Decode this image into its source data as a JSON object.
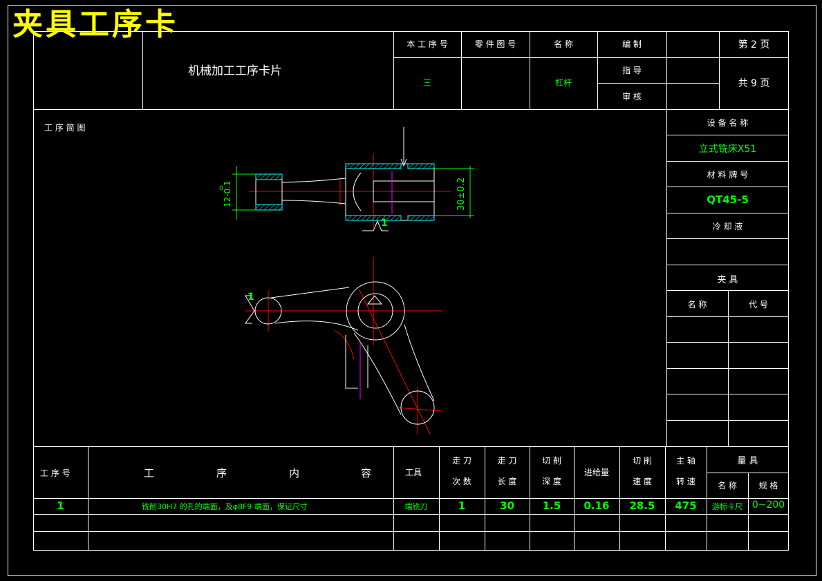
{
  "title": "夹具工序卡",
  "card_name": "机械加工工序卡片",
  "header": {
    "process_no_label": "本 工 序 号",
    "part_drawing_label": "零 件 图 号",
    "name_label": "名    称",
    "prepared_label": "编     制",
    "guide_label": "指     导",
    "review_label": "审     核",
    "page_label": "第 2 页",
    "total_label": "共 9 页",
    "process_no_value": "三",
    "name_value": "杠杆"
  },
  "sketch_label": "工 序 简 图",
  "side_panel": {
    "equipment_label": "设 备 名 称",
    "equipment_value": "立式铣床X51",
    "material_label": "材 料 牌 号",
    "material_value": "QT45-5",
    "coolant_label": "冷 却 液",
    "fixture_label": "夹     具",
    "fixture_name_label": "名 称",
    "fixture_code_label": "代 号"
  },
  "drawing_labels": {
    "dim_left": "12-0.1",
    "dim_left_sup": "0",
    "dim_right": "30±0.2",
    "mark_top": "1",
    "mark_bottom": "1"
  },
  "table": {
    "headers": {
      "step": "工 序 号",
      "content": [
        "工",
        "序",
        "内",
        "容"
      ],
      "tool": "工具",
      "passes": [
        "走 刀",
        "次 数"
      ],
      "length": [
        "走 刀",
        "长 度"
      ],
      "depth": [
        "切 削",
        "深 度"
      ],
      "feed": "进给量",
      "speed": [
        "切 削",
        "速 度"
      ],
      "spindle": [
        "主 轴",
        "转 速"
      ],
      "gauge": "量   具",
      "gauge_name": "名 称",
      "gauge_spec": "规 格"
    },
    "rows": [
      {
        "step": "1",
        "content": "铣削30H7 的孔的端面，及φ8F9 端面，保证尺寸",
        "tool": "端铣刀",
        "passes": "1",
        "length": "30",
        "depth": "1.5",
        "feed": "0.16",
        "speed": "28.5",
        "spindle": "475",
        "gauge_name": "游标卡尺",
        "gauge_spec": "0~200"
      }
    ]
  },
  "colors": {
    "accent_title": "#ffff00",
    "value": "#00ff00",
    "centerline": "#ff0000",
    "dim": "#00ff00",
    "hatch": "#00ffff",
    "aux": "#ff00ff"
  }
}
